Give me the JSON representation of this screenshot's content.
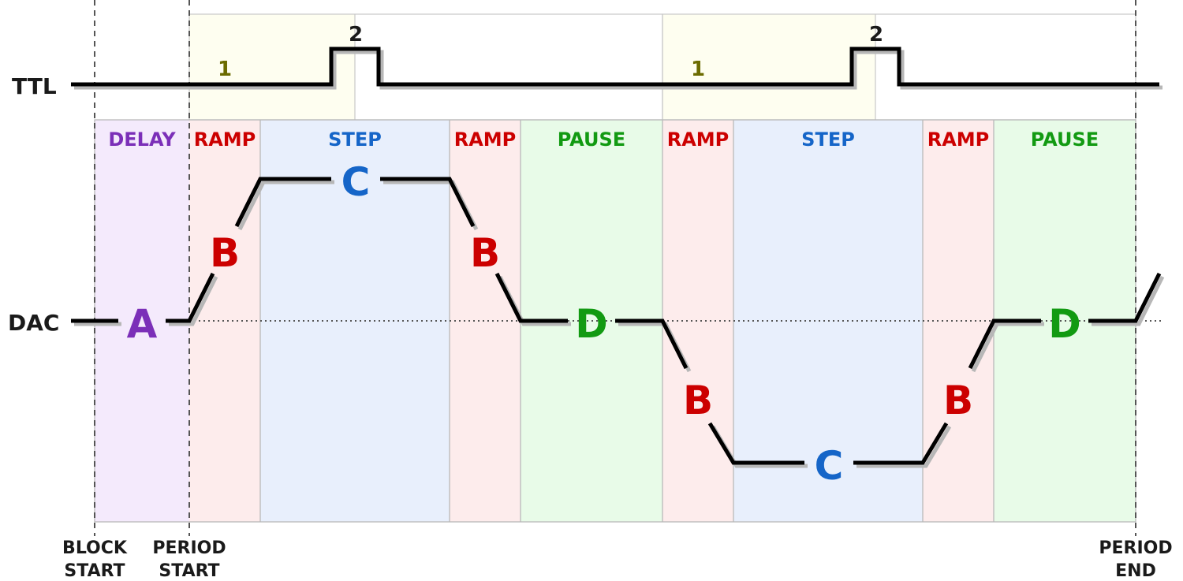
{
  "colors": {
    "delay": "#7b2fb8",
    "ramp": "#cc0000",
    "step": "#1565c8",
    "pause": "#129a12",
    "ttl_marker": "#6b6b00",
    "text": "#1a1a1a"
  },
  "row_labels": {
    "ttl": "TTL",
    "dac": "DAC"
  },
  "phases": [
    {
      "name": "DELAY",
      "type": "delay"
    },
    {
      "name": "RAMP",
      "type": "ramp"
    },
    {
      "name": "STEP",
      "type": "step"
    },
    {
      "name": "RAMP",
      "type": "ramp"
    },
    {
      "name": "PAUSE",
      "type": "pause"
    },
    {
      "name": "RAMP",
      "type": "ramp"
    },
    {
      "name": "STEP",
      "type": "step"
    },
    {
      "name": "RAMP",
      "type": "ramp"
    },
    {
      "name": "PAUSE",
      "type": "pause"
    }
  ],
  "segment_letters": [
    {
      "text": "A",
      "type": "delay"
    },
    {
      "text": "B",
      "type": "ramp"
    },
    {
      "text": "C",
      "type": "step"
    },
    {
      "text": "B",
      "type": "ramp"
    },
    {
      "text": "D",
      "type": "pause"
    },
    {
      "text": "B",
      "type": "ramp"
    },
    {
      "text": "C",
      "type": "step"
    },
    {
      "text": "B",
      "type": "ramp"
    },
    {
      "text": "D",
      "type": "pause"
    }
  ],
  "ttl_markers": [
    {
      "text": "1",
      "type": "ttl1"
    },
    {
      "text": "2",
      "type": "ttl2"
    },
    {
      "text": "1",
      "type": "ttl1"
    },
    {
      "text": "2",
      "type": "ttl2"
    }
  ],
  "boundaries": {
    "block_start": {
      "line1": "BLOCK",
      "line2": "START"
    },
    "period_start": {
      "line1": "PERIOD",
      "line2": "START"
    },
    "period_end": {
      "line1": "PERIOD",
      "line2": "END"
    }
  }
}
